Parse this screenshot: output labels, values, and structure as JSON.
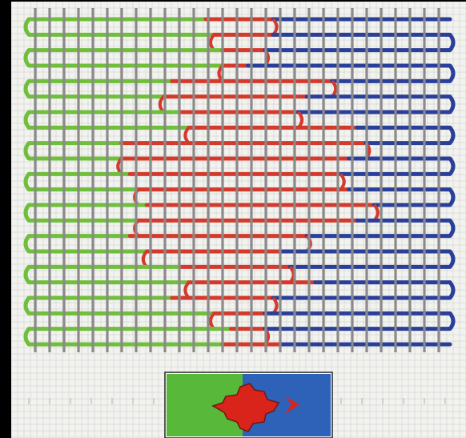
{
  "pattern": {
    "weft_colors": {
      "green": "#6fbf3a",
      "red": "#d43a2c",
      "blue": "#2a3f9a"
    },
    "warp_color": "#8a8a8a",
    "paper_color": "#f2f2ef",
    "grid_line_color": "#c9c9c9",
    "preview": {
      "left_color": "#58b83a",
      "motif_color": "#d9241c",
      "right_color": "#2e61b8",
      "motif_outline_color": "#6b1a12"
    },
    "weft_rows": [
      {
        "red_start": 0.42,
        "red_end": 0.58
      },
      {
        "red_start": 0.44,
        "red_end": 0.58
      },
      {
        "red_start": 0.46,
        "red_end": 0.56
      },
      {
        "red_start": 0.46,
        "red_end": 0.52
      },
      {
        "red_start": 0.34,
        "red_end": 0.72
      },
      {
        "red_start": 0.32,
        "red_end": 0.66
      },
      {
        "red_start": 0.36,
        "red_end": 0.64
      },
      {
        "red_start": 0.38,
        "red_end": 0.78
      },
      {
        "red_start": 0.22,
        "red_end": 0.8
      },
      {
        "red_start": 0.22,
        "red_end": 0.76
      },
      {
        "red_start": 0.24,
        "red_end": 0.74
      },
      {
        "red_start": 0.26,
        "red_end": 0.76
      },
      {
        "red_start": 0.28,
        "red_end": 0.82
      },
      {
        "red_start": 0.26,
        "red_end": 0.78
      },
      {
        "red_start": 0.24,
        "red_end": 0.66
      },
      {
        "red_start": 0.28,
        "red_end": 0.6
      },
      {
        "red_start": 0.36,
        "red_end": 0.62
      },
      {
        "red_start": 0.38,
        "red_end": 0.68
      },
      {
        "red_start": 0.34,
        "red_end": 0.58
      },
      {
        "red_start": 0.44,
        "red_end": 0.56
      },
      {
        "red_start": 0.48,
        "red_end": 0.56
      },
      {
        "red_start": 0.46,
        "red_end": 0.6
      }
    ]
  }
}
